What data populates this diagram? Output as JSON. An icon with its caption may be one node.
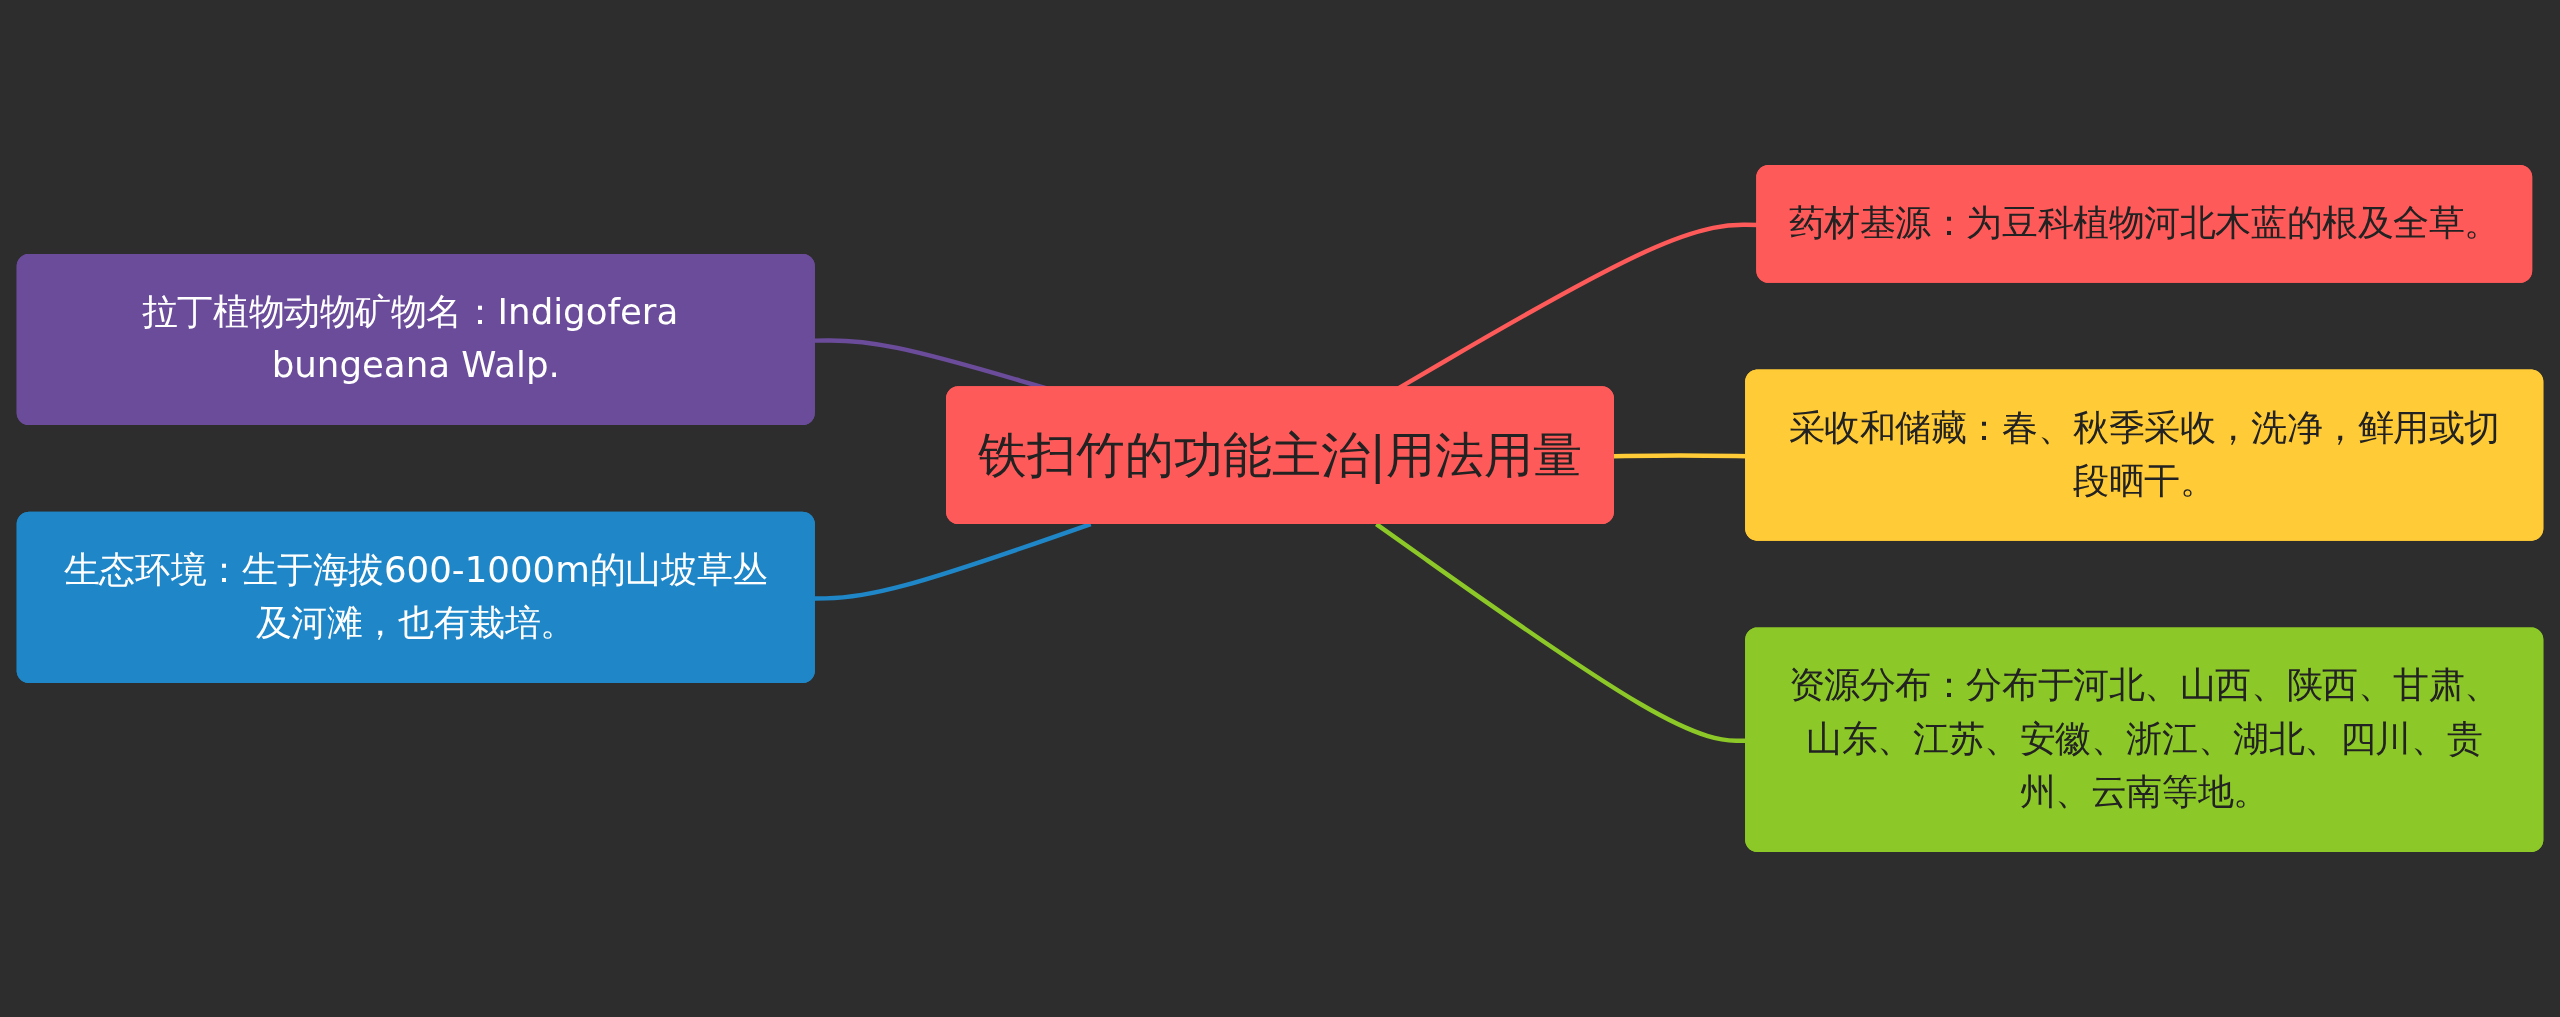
{
  "diagram": {
    "nodes": [
      {
        "text": [
          "铁扫竹的功能主治|用法用量"
        ]
      },
      {
        "text": [
          "拉丁植物动物矿物名：Indigofera bungeana Walp."
        ]
      },
      {
        "text": [
          "生态环境：生于海拔600-1000m的山坡草丛及河滩，也有栽培。"
        ]
      },
      {
        "text": [
          "药材基源：为豆科植物河北木蓝的根及全草。"
        ]
      },
      {
        "text": [
          "采收和储藏：春、秋季采收，洗净，鲜用或切段晒干。"
        ]
      },
      {
        "text": [
          "资源分布：分布于河北、山西、陕西、甘肃、山东、江苏、安徽、浙江、湖北、四川、贵州、云南等地。"
        ]
      }
    ],
    "edges": [
      {
        "from": 1,
        "to": 0,
        "arrow": "none",
        "color": "#6b4c9a"
      },
      {
        "from": 2,
        "to": 0,
        "arrow": "none",
        "color": "#1f87c8"
      },
      {
        "from": 0,
        "to": 3,
        "arrow": "none",
        "color": "#ff5a5a"
      },
      {
        "from": 0,
        "to": 4,
        "arrow": "none",
        "color": "#ffcb36"
      },
      {
        "from": 0,
        "to": 5,
        "arrow": "none",
        "color": "#8cc827"
      }
    ]
  }
}
